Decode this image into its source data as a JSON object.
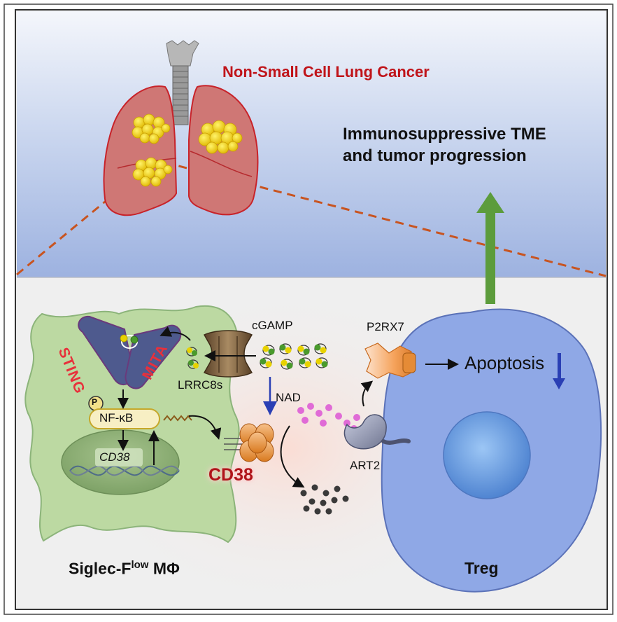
{
  "labels": {
    "title": "Non-Small Cell Lung Cancer",
    "outcome_line1": "Immunosuppressive TME",
    "outcome_line2": "and tumor progression",
    "macrophage_name": "Siglec-F",
    "macrophage_sup": "low",
    "macrophage_suffix": " MΦ",
    "treg": "Treg",
    "cgamp": "cGAMP",
    "lrrc8s": "LRRC8s",
    "nad": "NAD",
    "p2rx7": "P2RX7",
    "apoptosis": "Apoptosis",
    "art2": "ART2",
    "cd38_surface": "CD38",
    "cd38_gene": "CD38",
    "nfkb": "NF-κB",
    "phospho": "P",
    "sting": "STING",
    "mita": "MITA"
  },
  "colors": {
    "title": "#c0141a",
    "treg_cell": "#8fa8e6",
    "treg_nucleus": "#5a8fd6",
    "macrophage": "#bcd9a2",
    "upregulation_arrow": "#5c9c3c",
    "down_arrow": "#2a3fb4",
    "lung": "#d97a78",
    "tumor": "#f5d800",
    "nad_dots": "#e06bd6",
    "product_dots": "#3a3a3a",
    "dashed_line": "#c85420"
  },
  "icons": {
    "lung": "lung-icon",
    "tumor": "tumor-nodule-icon",
    "cgamp": "cgamp-molecule-icon",
    "channel": "lrrc8-channel-icon",
    "receptor": "p2rx7-receptor-icon",
    "enzyme": "art2-enzyme-icon",
    "cd38": "cd38-enzyme-icon",
    "dna": "dna-helix-icon"
  }
}
